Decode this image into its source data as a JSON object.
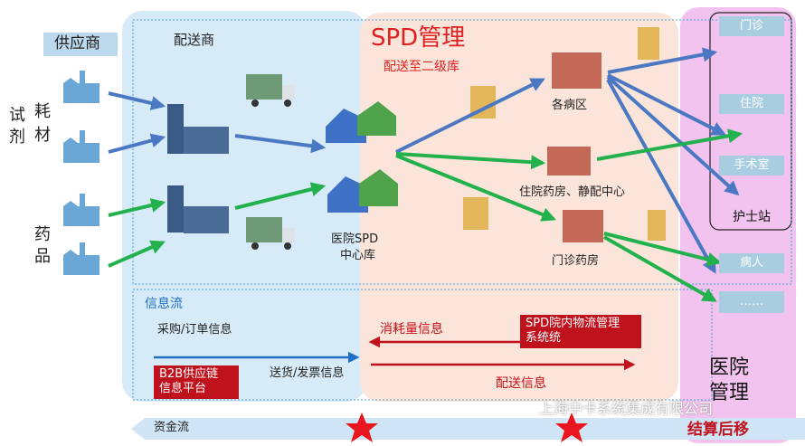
{
  "left_labels": {
    "supplier": "供应商",
    "reagent_1": "试",
    "reagent_2": "剂",
    "consumable_1": "耗",
    "consumable_2": "材",
    "drug_1": "药",
    "drug_2": "品"
  },
  "distributor": {
    "title": "配送商"
  },
  "spd": {
    "title": "SPD管理",
    "subtitle": "配送至二级库",
    "center_label_1": "医院SPD",
    "center_label_2": "中心库"
  },
  "destinations": {
    "wards": "各病区",
    "inpatient_pharmacy": "住院药房、静配中心",
    "outpatient_pharmacy": "门诊药房"
  },
  "hospital": {
    "title_1": "医院",
    "title_2": "管理",
    "settlement": "结算后移",
    "dept_items": [
      "门诊",
      "住院",
      "手术室"
    ],
    "nurse_station": "护士站",
    "patient": "病人",
    "more": "……"
  },
  "info_flow": {
    "title": "信息流",
    "purchase_order": "采购/订单信息",
    "delivery_invoice": "送货/发票信息",
    "b2b_platform": "B2B供应链\n信息平台",
    "consumption_info": "消耗量信息",
    "spd_system": "SPD院内物流管理\n系统统",
    "delivery_info": "配送信息"
  },
  "capital_flow": {
    "label": "资金流"
  },
  "watermark": {
    "text": "上海中卡系统集成有限公司"
  },
  "colors": {
    "blue_arrow": "#4a78c2",
    "green_arrow": "#22b14c",
    "red_arrow": "#c0121c",
    "hospital_pink": "#f3c3ef",
    "spd_peach": "#fbe4d9",
    "distributor_blue": "#d6ebf7",
    "spd_title_red": "#e02020"
  }
}
